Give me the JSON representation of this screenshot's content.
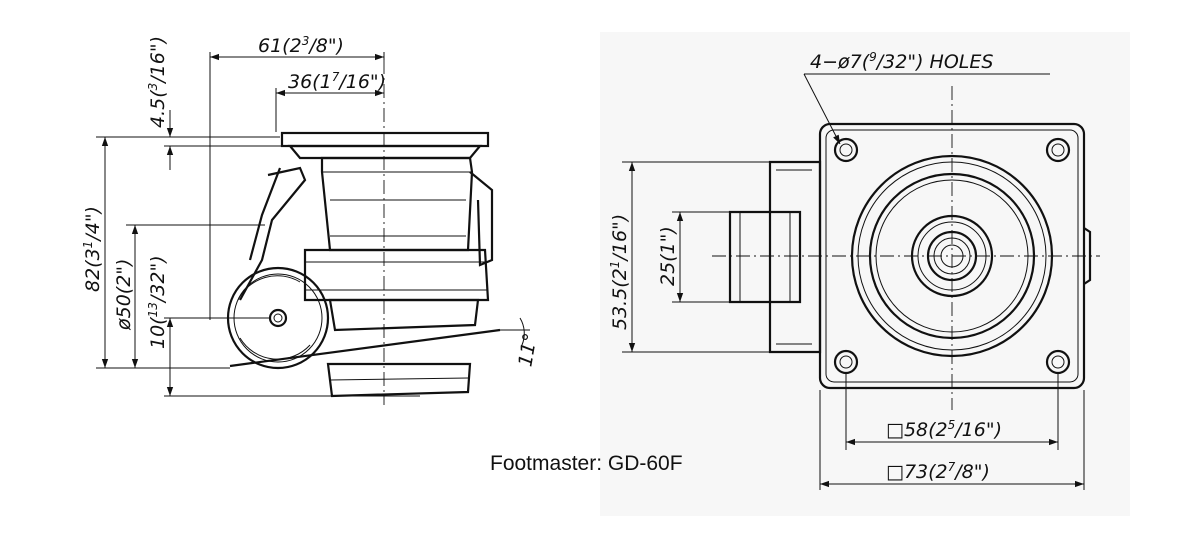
{
  "caption": "Footmaster: GD-60F",
  "side_view": {
    "dim_width_total": {
      "main": "61(2",
      "num": "3",
      "den": "/8\")"
    },
    "dim_width_offset": {
      "main": "36(1",
      "num": "7",
      "den": "/16\")"
    },
    "dim_plate_thickness": {
      "main": "4.5(",
      "num": "3",
      "den": "/16\")"
    },
    "dim_height_total": {
      "main": "82(3",
      "num": "1",
      "den": "/4\")"
    },
    "dim_wheel_diameter": {
      "main": "ø50(2\")"
    },
    "dim_wheel_axle": {
      "main": "10(",
      "num": "13",
      "den": "/32\")"
    },
    "dim_angle": "11°"
  },
  "top_view": {
    "dim_holes": {
      "main": "4−ø7(",
      "num": "9",
      "den": "/32\") HOLES"
    },
    "dim_plate_height": {
      "main": "53.5(2",
      "num": "1",
      "den": "/16\")"
    },
    "dim_pad_height": {
      "main": "25(1\")"
    },
    "dim_hole_spacing": {
      "main": "□58(2",
      "num": "5",
      "den": "/16\")"
    },
    "dim_plate_size": {
      "main": "□73(2",
      "num": "7",
      "den": "/8\")"
    }
  }
}
